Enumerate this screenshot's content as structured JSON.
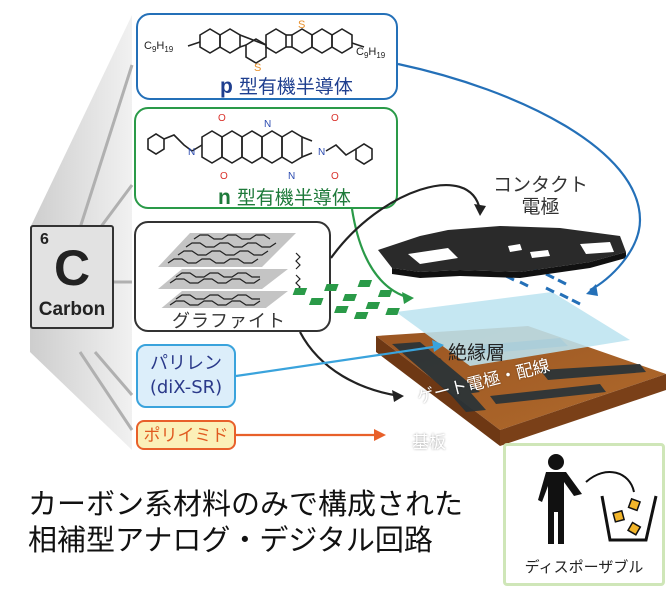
{
  "element": {
    "number": "6",
    "symbol": "C",
    "name": "Carbon"
  },
  "materials": {
    "p_type": {
      "prefix": "p",
      "label": "型有機半導体",
      "substituent": "C9H19",
      "heteroatom": "S",
      "color": "#2470b8"
    },
    "n_type": {
      "prefix": "n",
      "label": "型有機半導体",
      "heteroatom_n": "N",
      "heteroatom_o": "O",
      "color": "#2a9a48"
    },
    "graphite": {
      "label": "グラファイト"
    },
    "parylene": {
      "line1": "パリレン",
      "line2": "(diX-SR)",
      "color": "#3aa3dc"
    },
    "polyimide": {
      "label": "ポリイミド",
      "color": "#e8602a"
    }
  },
  "device_layers": {
    "contact_electrode": {
      "line1": "コンタクト",
      "line2": "電極"
    },
    "insulator": "絶縁層",
    "gate": "ゲート電極・配線",
    "substrate": "基板"
  },
  "title": {
    "line1": "カーボン系材料のみで構成された",
    "line2": "相補型アナログ・デジタル回路"
  },
  "disposable": {
    "label": "ディスポーザブル"
  },
  "colors": {
    "p_blue": "#2470b8",
    "n_green": "#2a9a48",
    "parylene_blue": "#3aa3dc",
    "polyimide_orange": "#e8602a",
    "substrate_brown": "#8a4a1c",
    "electrode_black": "#2a2a2a",
    "sulfur_orange": "#e8902a",
    "oxygen_red": "#d9302a",
    "nitrogen_blue": "#2a4ab0"
  }
}
